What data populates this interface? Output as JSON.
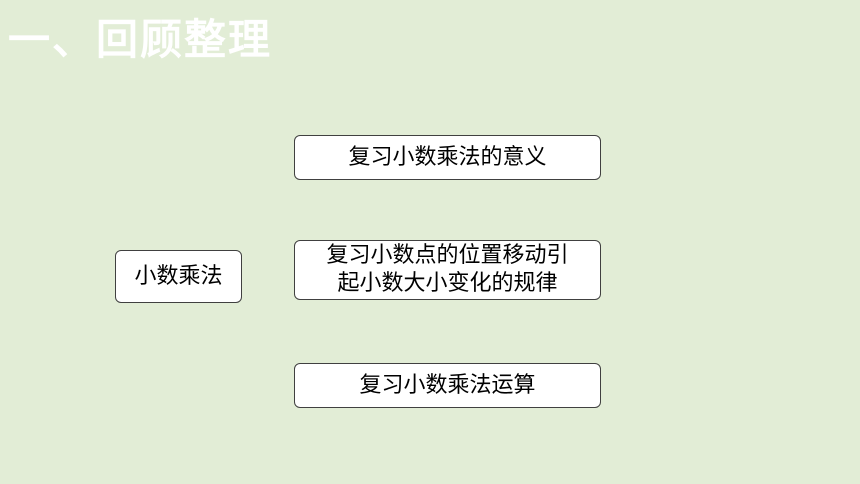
{
  "slide": {
    "title": "一、回顾整理"
  },
  "mindmap": {
    "root": "小数乘法",
    "branches": [
      {
        "lines": [
          "复习小数乘法的意义"
        ]
      },
      {
        "lines": [
          "复习小数点的位置移动引",
          "起小数大小变化的规律"
        ]
      },
      {
        "lines": [
          "复习小数乘法运算"
        ]
      }
    ]
  },
  "colors": {
    "background": "#e2edd6",
    "title": "#ffffff",
    "box_fill": "#ffffff",
    "box_border": "#404040"
  }
}
